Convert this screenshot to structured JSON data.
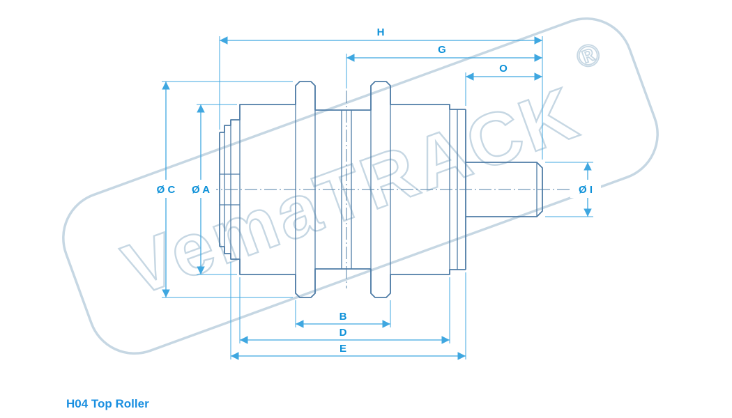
{
  "title": "H04 Top Roller",
  "watermark": {
    "text": "VemaTRACK",
    "reg": "®"
  },
  "dims": {
    "h": "H",
    "g": "G",
    "o": "O",
    "c": "Ø C",
    "a": "Ø A",
    "i": "Ø I",
    "b": "B",
    "d": "D",
    "e": "E"
  },
  "colors": {
    "part_line": "#4e7ca6",
    "dim_line": "#3fa7e0",
    "label": "#0c90d8",
    "title": "#1a8fe0",
    "watermark": "#c6d7e3"
  }
}
